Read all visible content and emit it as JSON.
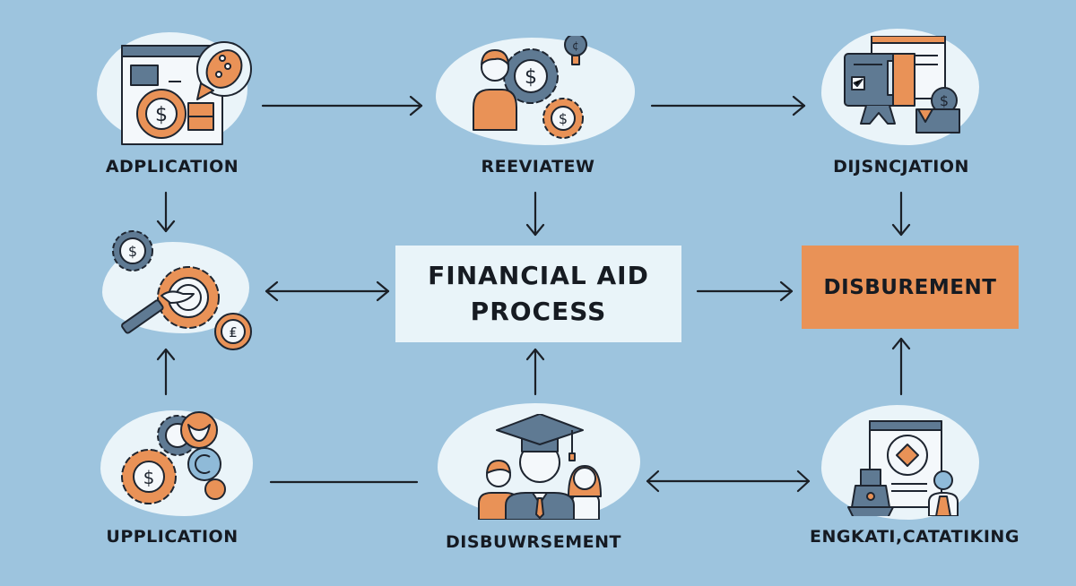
{
  "diagram": {
    "background_color": "#9dc4de",
    "accent_orange": "#e99257",
    "slate_gray": "#5f7a93",
    "center": {
      "line1": "FINANCIAL AID",
      "line2": "PROCESS"
    },
    "highlight_box": {
      "label": "DISBUREMENT",
      "color": "#e99257"
    },
    "nodes": [
      {
        "id": "top-left",
        "label": "ADPLICATION",
        "icon": "application-form-gear-icon"
      },
      {
        "id": "top-center",
        "label": "REEVIATEW",
        "icon": "person-gears-dollar-icon"
      },
      {
        "id": "top-right",
        "label": "DIJSNCJATION",
        "icon": "monitor-documents-dollar-icon"
      },
      {
        "id": "middle-left",
        "label": "",
        "icon": "gear-magnifier-dollar-icon"
      },
      {
        "id": "bottom-left",
        "label": "UPPLICATION",
        "icon": "gears-cluster-icon"
      },
      {
        "id": "bottom-center",
        "label": "DISBUWRSEMENT",
        "icon": "graduate-family-icon"
      },
      {
        "id": "bottom-right",
        "label": "ENGKATI,CATATIKING",
        "icon": "document-stamp-person-icon"
      }
    ],
    "connectors": [
      {
        "from": "top-left",
        "to": "top-center",
        "type": "arrow-right"
      },
      {
        "from": "top-center",
        "to": "top-right",
        "type": "arrow-right"
      },
      {
        "from": "top-left",
        "to": "middle-left",
        "type": "arrow-down"
      },
      {
        "from": "top-center",
        "to": "center",
        "type": "arrow-down"
      },
      {
        "from": "top-right",
        "to": "highlight_box",
        "type": "arrow-down"
      },
      {
        "from": "middle-left",
        "to": "center",
        "type": "double-arrow"
      },
      {
        "from": "center",
        "to": "highlight_box",
        "type": "arrow-right"
      },
      {
        "from": "bottom-left",
        "to": "middle-left",
        "type": "arrow-up"
      },
      {
        "from": "bottom-center",
        "to": "center",
        "type": "arrow-up"
      },
      {
        "from": "bottom-right",
        "to": "highlight_box",
        "type": "arrow-up"
      },
      {
        "from": "bottom-left",
        "to": "bottom-center",
        "type": "line"
      },
      {
        "from": "bottom-center",
        "to": "bottom-right",
        "type": "double-arrow"
      }
    ]
  }
}
